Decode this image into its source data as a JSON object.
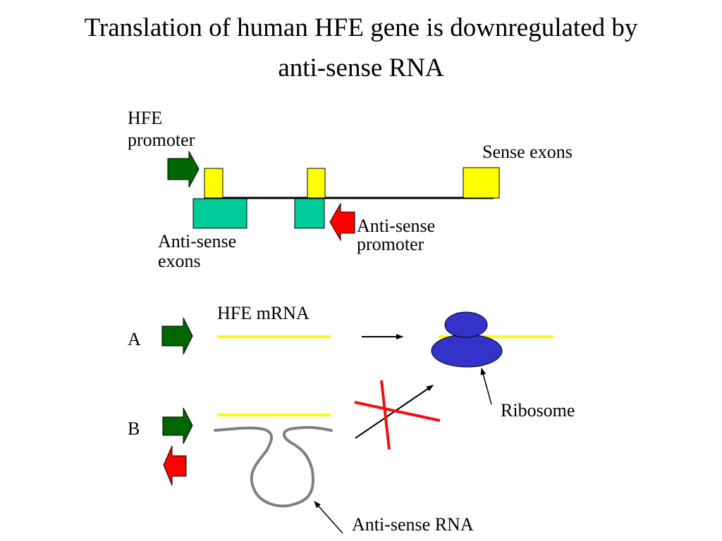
{
  "title": {
    "line1": "Translation of human HFE gene is downregulated by",
    "line2": "anti-sense RNA"
  },
  "labels": {
    "hfe_promoter_line1": "HFE",
    "hfe_promoter_line2": "promoter",
    "sense_exons": "Sense exons",
    "anti_sense_exons_line1": "Anti-sense",
    "anti_sense_exons_line2": "exons",
    "anti_sense_promoter_line1": "Anti-sense",
    "anti_sense_promoter_line2": "promoter",
    "hfe_mrna": "HFE mRNA",
    "panel_a": "A",
    "panel_b": "B",
    "ribosome": "Ribosome",
    "anti_sense_rna": "Anti-sense RNA"
  },
  "colors": {
    "sense_exon": "#ffff00",
    "anti_sense_exon": "#00cc99",
    "hfe_promoter_arrow": "#006600",
    "anti_sense_promoter_arrow": "#ff0000",
    "mrna": "#ffff00",
    "ribosome": "#3333cc",
    "anti_sense_rna": "#808080",
    "block_cross": "#ee1111"
  }
}
